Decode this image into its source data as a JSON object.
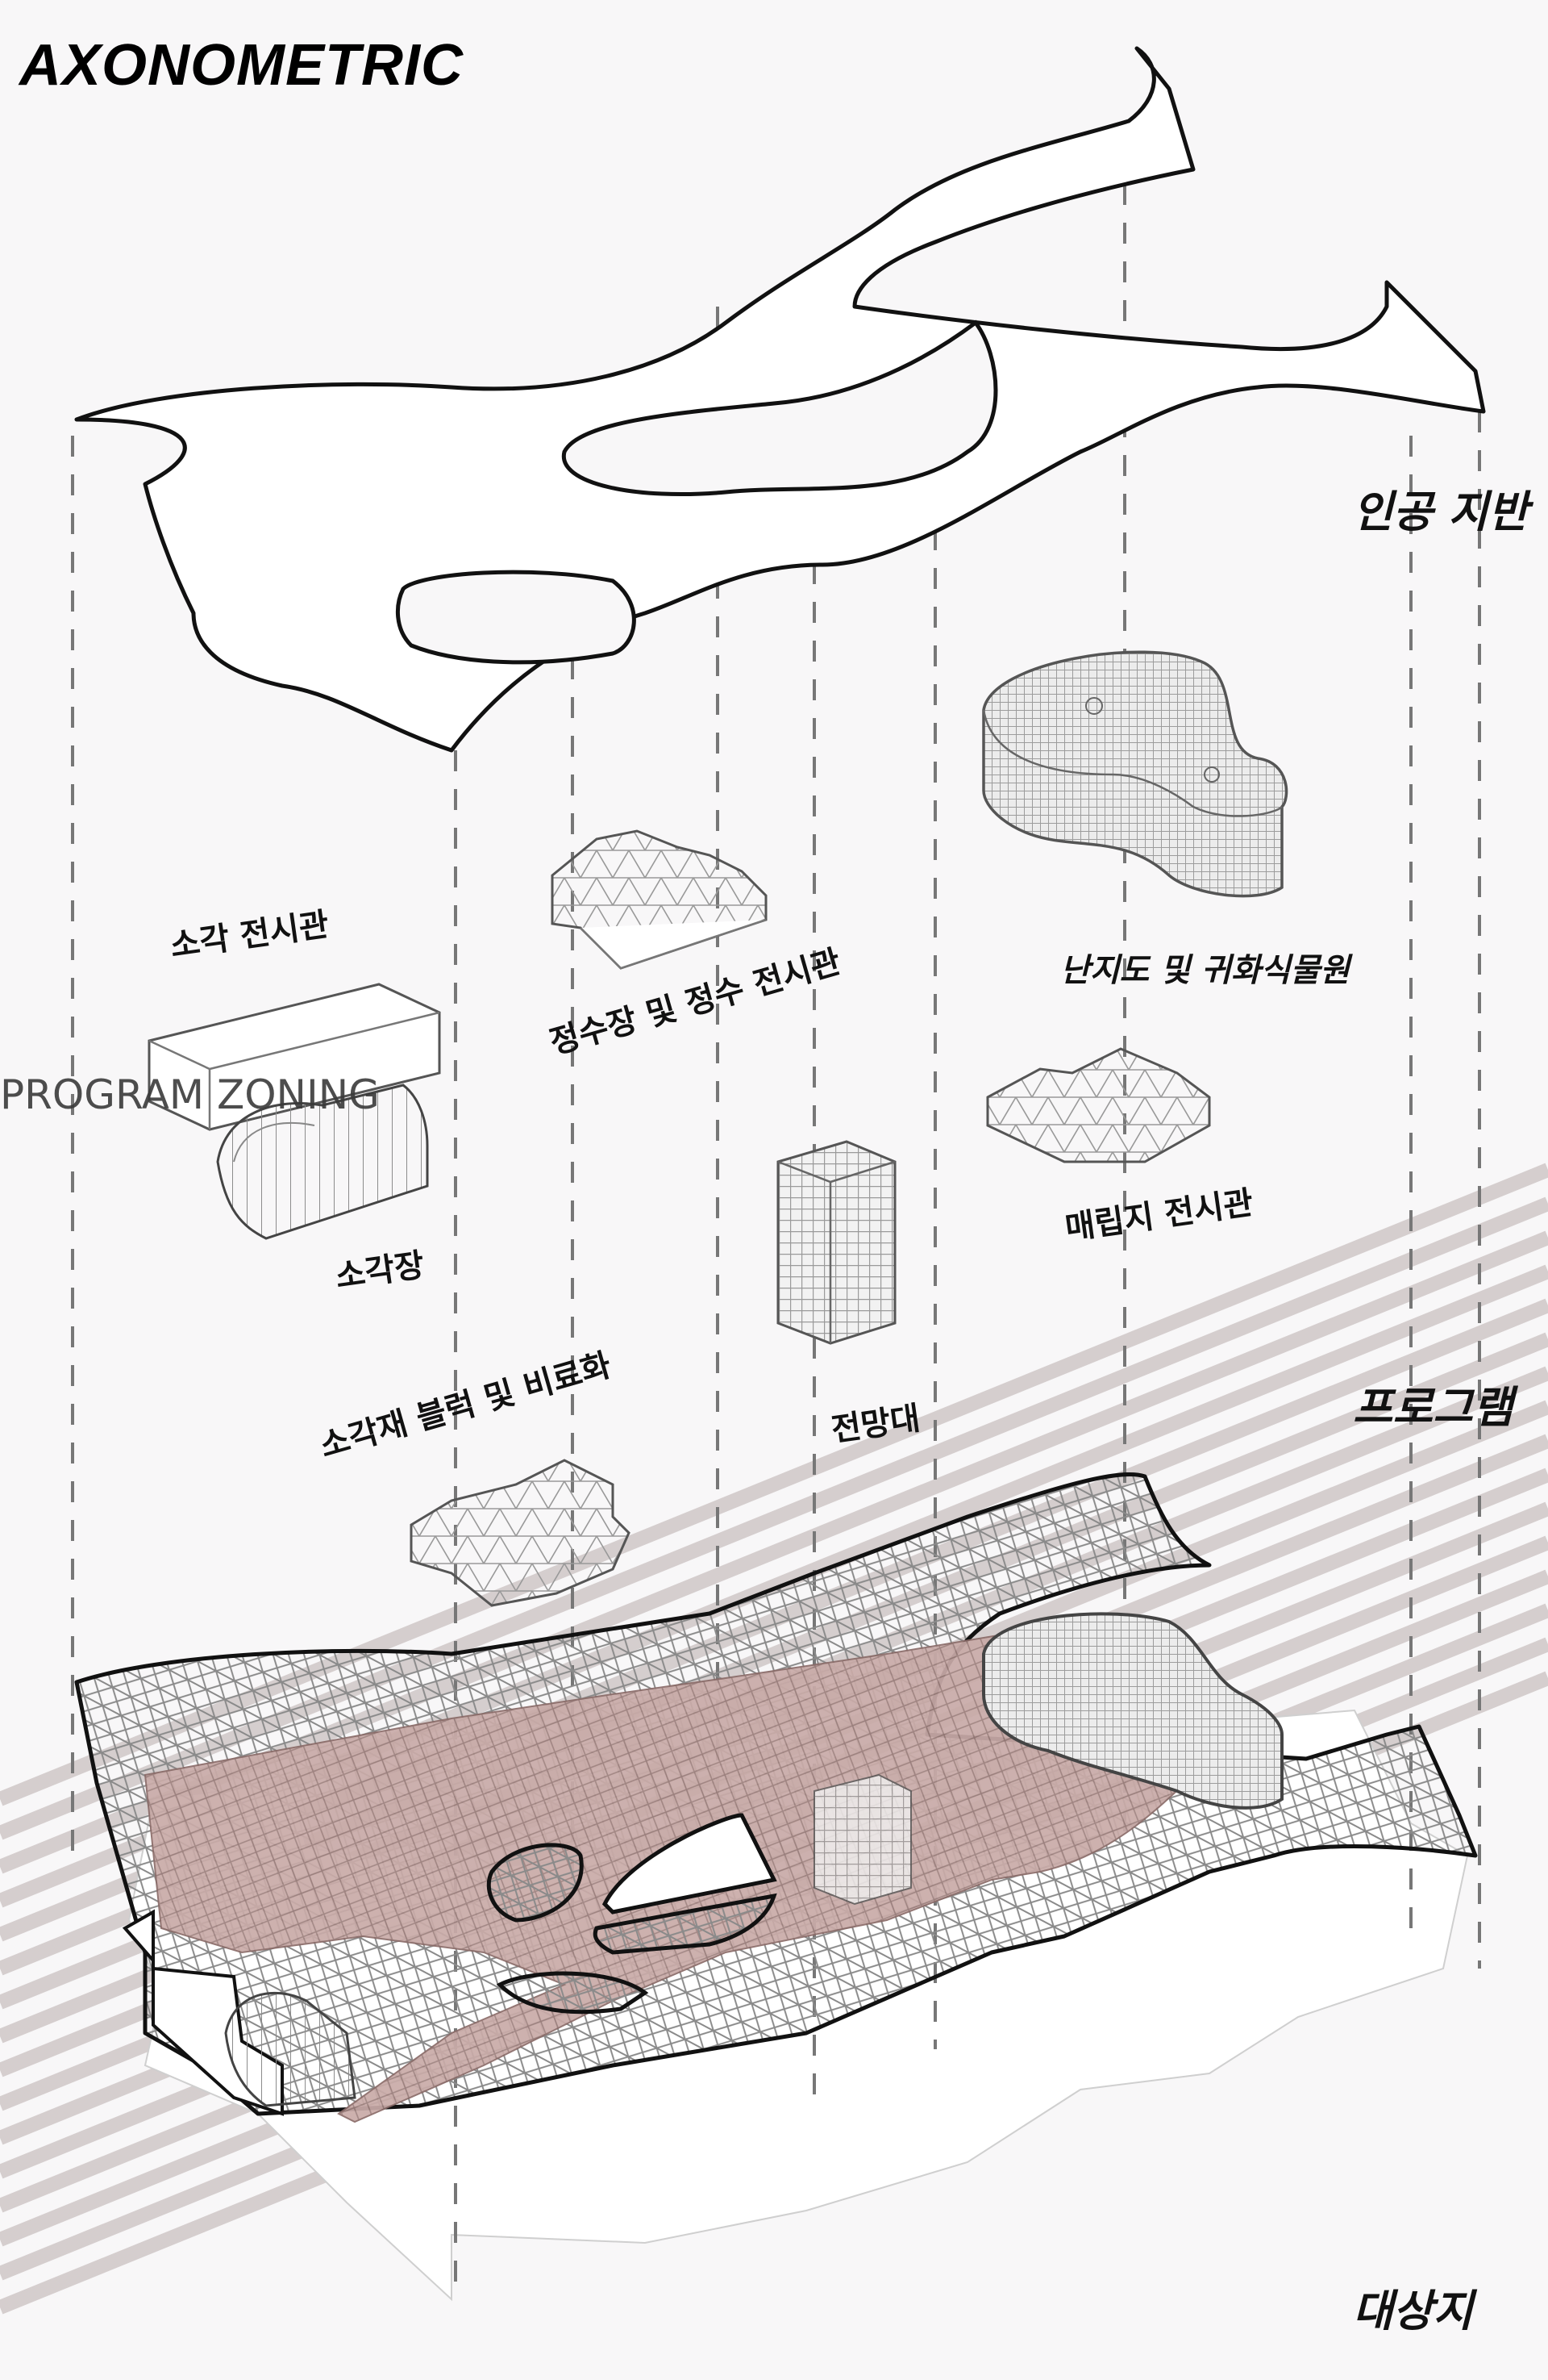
{
  "title": "AXONOMETRIC",
  "section_label": "PROGRAM ZONING",
  "layers": {
    "artificial_ground": "인공 지반",
    "program": "프로그램",
    "site": "대상지"
  },
  "programs": [
    {
      "id": "sculpture-gallery",
      "label": "소각 전시관"
    },
    {
      "id": "water-treatment",
      "label": "정수장 및 정수 전시관"
    },
    {
      "id": "orchid-botanical",
      "label": "난지도 및 귀화식물원"
    },
    {
      "id": "incinerator",
      "label": "소각장"
    },
    {
      "id": "landfill-gallery",
      "label": "매립지 전시관"
    },
    {
      "id": "observatory",
      "label": "전망대"
    },
    {
      "id": "incineration-block",
      "label": "소각재 블럭 및 비료화"
    }
  ],
  "colors": {
    "background": "#f8f7f8",
    "ink": "#111111",
    "dash": "#777777",
    "pink_deck": "#c9aba8",
    "terrace": "#d3cccc",
    "mesh": "#8a8a8a"
  }
}
